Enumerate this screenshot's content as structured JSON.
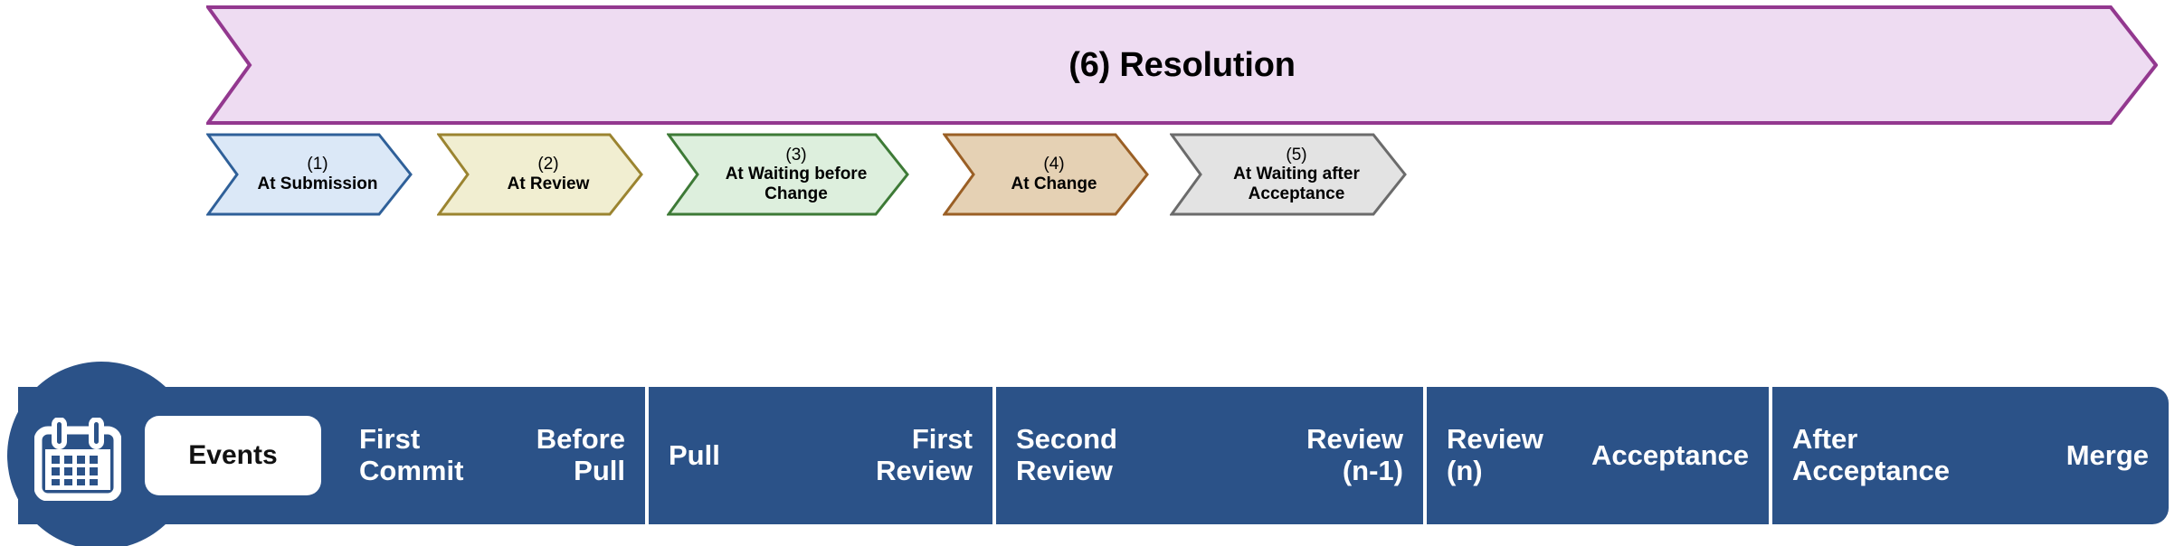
{
  "resolution": {
    "label": "(6) Resolution",
    "fill": "#eedcf2",
    "stroke": "#93388f"
  },
  "phases": [
    {
      "num": "(1)",
      "label": "At Submission",
      "fill": "#dbe8f7",
      "stroke": "#2f6099"
    },
    {
      "num": "(2)",
      "label": "At Review",
      "fill": "#f1eed1",
      "stroke": "#9b8430"
    },
    {
      "num": "(3)",
      "label": "At Waiting before\nChange",
      "fill": "#ddefdd",
      "stroke": "#3d7a36"
    },
    {
      "num": "(4)",
      "label": "At Change",
      "fill": "#e5d1b4",
      "stroke": "#9a5f25"
    },
    {
      "num": "(5)",
      "label": "At Waiting after\nAcceptance",
      "fill": "#e3e3e3",
      "stroke": "#6b6b6b"
    }
  ],
  "timeline": {
    "accent": "#2b5288",
    "icon": "calendar-icon",
    "events_label": "Events",
    "segments": [
      {
        "start": "First Commit",
        "end": "Before Pull"
      },
      {
        "start": "Pull",
        "end": "First Review"
      },
      {
        "start": "Second Review",
        "end": "Review (n-1)"
      },
      {
        "start": "Review (n)",
        "end": "Acceptance"
      },
      {
        "start": "After Acceptance",
        "end": "Merge"
      }
    ]
  }
}
